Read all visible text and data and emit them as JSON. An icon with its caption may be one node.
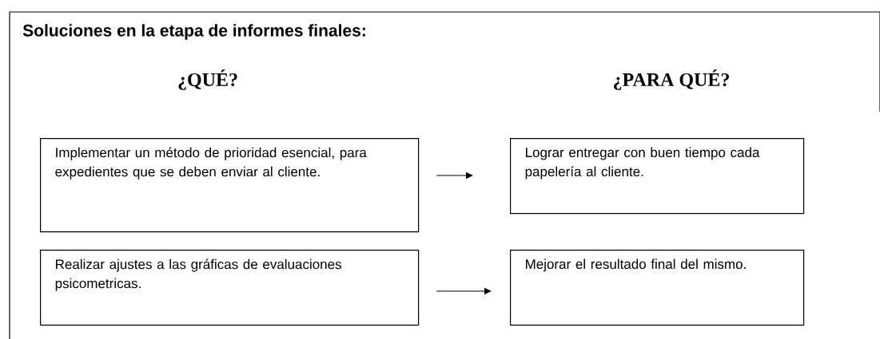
{
  "diagram": {
    "title": "Soluciones en la etapa de informes finales:",
    "nodes": [
      {
        "text": [
          "Implementar un método de prioridad esencial, para expedientes que se deben enviar al cliente."
        ]
      },
      {
        "text": [
          "Lograr entregar con buen tiempo cada papelería al cliente."
        ]
      },
      {
        "text": [
          "Realizar ajustes a las gráficas de evaluaciones psicometricas."
        ]
      },
      {
        "text": [
          "Mejorar el resultado final del mismo."
        ]
      }
    ],
    "edges": [
      {
        "from": 0,
        "to": 1,
        "arrow": "to"
      },
      {
        "from": 2,
        "to": 3,
        "arrow": "to"
      }
    ],
    "labels": [
      "¿QUÉ?",
      "¿PARA QUÉ?"
    ]
  }
}
